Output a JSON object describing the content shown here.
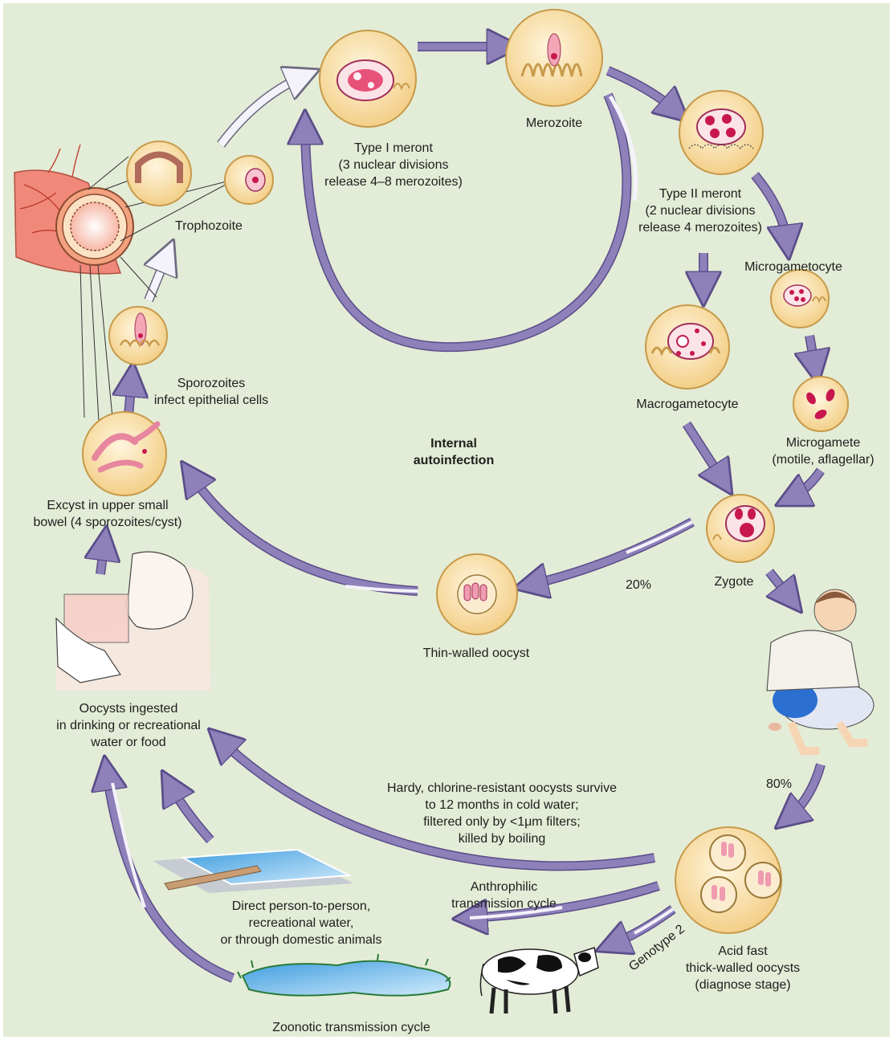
{
  "colors": {
    "background": "#e3ecd6",
    "arrow_purple": "#8e80b9",
    "arrow_purple_dark": "#6d5fa0",
    "arrow_light": "#f4f2fa",
    "cell_fill": "#f6d9a0",
    "cell_edge": "#c79a4a",
    "parasite_pink": "#e98fa6",
    "nucleus_red": "#c8174f"
  },
  "labels": {
    "merozoite": [
      "Merozoite"
    ],
    "type1_meront": [
      "Type I meront",
      "(3 nuclear divisions",
      "release 4–8 merozoites)"
    ],
    "type2_meront": [
      "Type II meront",
      "(2 nuclear divisions",
      "release 4 merozoites)"
    ],
    "microgametocyte": [
      "Microgametocyte"
    ],
    "macrogametocyte": [
      "Macrogametocyte"
    ],
    "microgamete": [
      "Microgamete",
      "(motile, aflagellar)"
    ],
    "zygote": [
      "Zygote"
    ],
    "internal_autoinfection": [
      "Internal",
      "autoinfection"
    ],
    "trophozoite": [
      "Trophozoite"
    ],
    "sporozoites": [
      "Sporozoites",
      "infect epithelial cells"
    ],
    "excyst": [
      "Excyst in upper small",
      "bowel (4 sporozoites/cyst)"
    ],
    "thin_walled": [
      "Thin-walled oocyst"
    ],
    "pct20": [
      "20%"
    ],
    "pct80": [
      "80%"
    ],
    "ingested": [
      "Oocysts ingested",
      "in drinking or recreational",
      "water or food"
    ],
    "hardy": [
      "Hardy, chlorine-resistant oocysts survive",
      "to 12 months in cold water;",
      "filtered only by <1μm filters;",
      "killed by boiling"
    ],
    "anthrophilic": [
      "Anthrophilic",
      "transmission cycle"
    ],
    "direct": [
      "Direct person-to-person,",
      "recreational  water,",
      "or through domestic animals"
    ],
    "zoonotic": [
      "Zoonotic transmission cycle"
    ],
    "genotype": [
      "Genotype 2"
    ],
    "acid_fast": [
      "Acid fast",
      "thick-walled oocysts",
      "(diagnose stage)"
    ]
  }
}
